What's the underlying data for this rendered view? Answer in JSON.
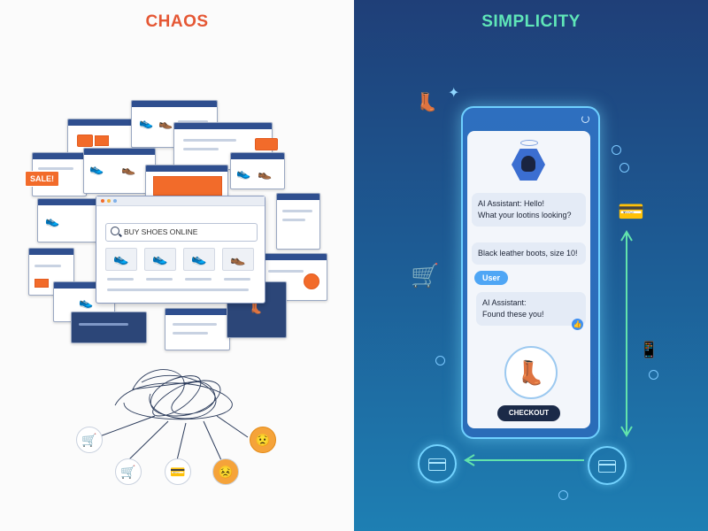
{
  "titles": {
    "left": "CHAOS",
    "right": "SIMPLICITY"
  },
  "chaos": {
    "search_text": "BUY SHOES ONLINE",
    "sale_badge": "SALE!",
    "small_icons": [
      "shopping-cart-icon",
      "credit-card-icon",
      "sad-face-icon",
      "angry-face-icon"
    ]
  },
  "simplicity": {
    "assistant_msg_1_label": "AI Assistant: Hello!",
    "assistant_msg_1_text": "What your lootins looking?",
    "user_msg_text": "Black leather boots, size 10!",
    "user_label": "User",
    "assistant_msg_2_label": "AI Assistant:",
    "assistant_msg_2_text": "Found these you!",
    "checkout_label": "CHECKOUT"
  },
  "colors": {
    "chaos_title": "#e55734",
    "simplicity_title": "#5fe6b8",
    "accent_orange": "#f26b2a",
    "navy": "#2f4f8f",
    "glow_blue": "#6fd0ff"
  }
}
